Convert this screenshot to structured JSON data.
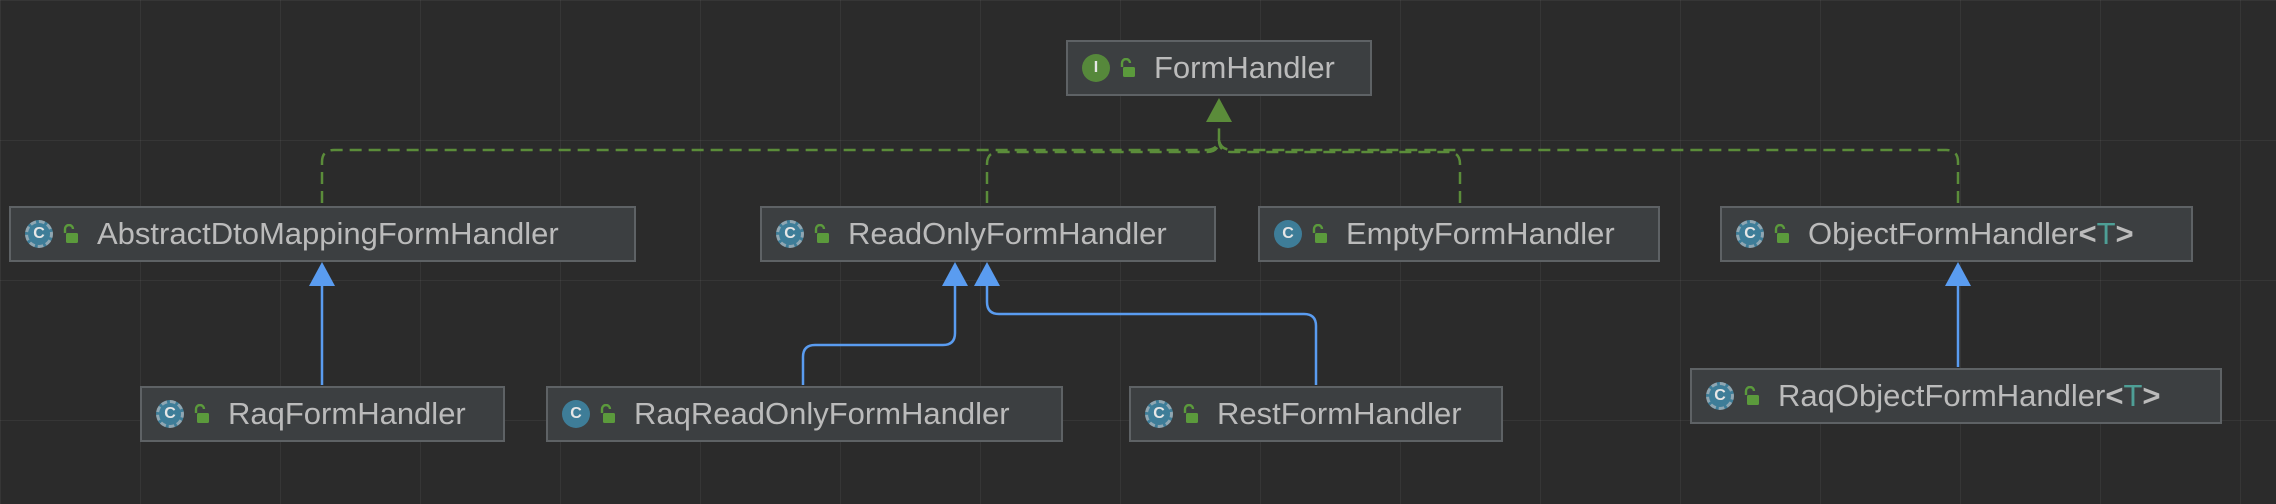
{
  "diagram": {
    "colors": {
      "background": "#2b2b2b",
      "node_fill": "#3c3f41",
      "node_border": "#5e6265",
      "text": "#bbbbbb",
      "implements_edge": "#5b8c3a",
      "extends_edge": "#5a9cf0",
      "class_icon": "#3e7d98",
      "interface_icon": "#56883b",
      "type_param": "#4e9f96"
    },
    "nodes": {
      "form_handler": {
        "kind_letter": "I",
        "name": "FormHandler"
      },
      "abstract_dto": {
        "kind_letter": "C",
        "name": "AbstractDtoMappingFormHandler"
      },
      "read_only": {
        "kind_letter": "C",
        "name": "ReadOnlyFormHandler"
      },
      "empty": {
        "kind_letter": "C",
        "name": "EmptyFormHandler"
      },
      "object": {
        "kind_letter": "C",
        "name": "ObjectFormHandler",
        "lt": "<",
        "type_param": "T",
        "gt": ">"
      },
      "raq": {
        "kind_letter": "C",
        "name": "RaqFormHandler"
      },
      "raq_read_only": {
        "kind_letter": "C",
        "name": "RaqReadOnlyFormHandler"
      },
      "rest": {
        "kind_letter": "C",
        "name": "RestFormHandler"
      },
      "raq_object": {
        "kind_letter": "C",
        "name": "RaqObjectFormHandler",
        "lt": "<",
        "type_param": "T",
        "gt": ">"
      }
    }
  }
}
